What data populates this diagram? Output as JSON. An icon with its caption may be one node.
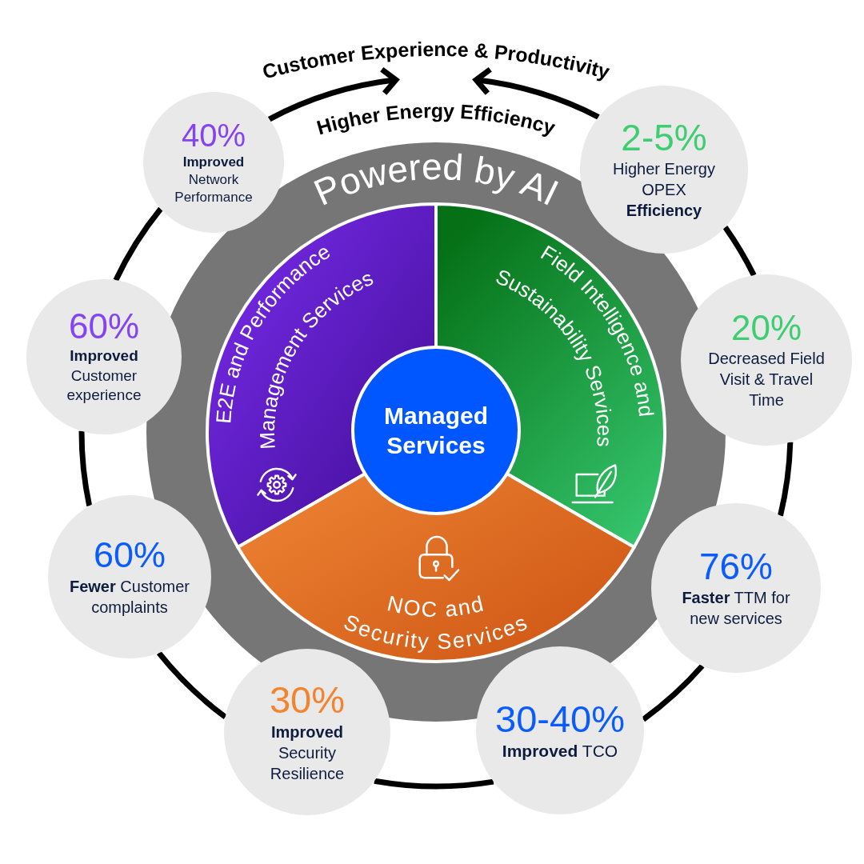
{
  "diagram": {
    "nodes": [
      {
        "text": [
          "Customer Experience & Productivity"
        ]
      },
      {
        "text": [
          "Powered by AI"
        ]
      },
      {
        "text": [
          "E2E and Performance Management Services"
        ],
        "in": 1
      },
      {
        "text": [
          "Field Intelligence and Sustainability Services"
        ],
        "in": 1
      },
      {
        "text": [
          "NOC and Security Services"
        ],
        "in": 1
      },
      {
        "text": [
          "Managed Services"
        ],
        "in": 1
      },
      {
        "text": [
          "40%",
          "**Improved** Network Performance"
        ]
      },
      {
        "text": [
          "2-5%",
          "Higher Energy OPEX **Efficiency**"
        ]
      },
      {
        "text": [
          "20%",
          "Decreased Field Visit & Travel Time"
        ]
      },
      {
        "text": [
          "76%",
          "**Faster** TTM for new services"
        ]
      },
      {
        "text": [
          "30-40%",
          "**Improved** TCO"
        ]
      },
      {
        "text": [
          "30%",
          "**Improved** Security Resilience"
        ]
      },
      {
        "text": [
          "60%",
          "**Fewer** Customer complaints"
        ]
      },
      {
        "text": [
          "60%",
          "**Improved** Customer experience"
        ]
      }
    ],
    "edges": [
      {
        "from": 6,
        "to": 0,
        "arrow": "to"
      },
      {
        "from": 7,
        "to": 0,
        "arrow": "to"
      },
      {
        "from": 7,
        "to": 8,
        "arrow": "none"
      },
      {
        "from": 8,
        "to": 9,
        "arrow": "none"
      },
      {
        "from": 9,
        "to": 10,
        "arrow": "none"
      },
      {
        "from": 10,
        "to": 11,
        "arrow": "none"
      },
      {
        "from": 11,
        "to": 12,
        "arrow": "none"
      },
      {
        "from": 12,
        "to": 13,
        "arrow": "none"
      },
      {
        "from": 13,
        "to": 6,
        "arrow": "none"
      }
    ],
    "labels": [
      "Higher Energy Efficiency"
    ]
  }
}
